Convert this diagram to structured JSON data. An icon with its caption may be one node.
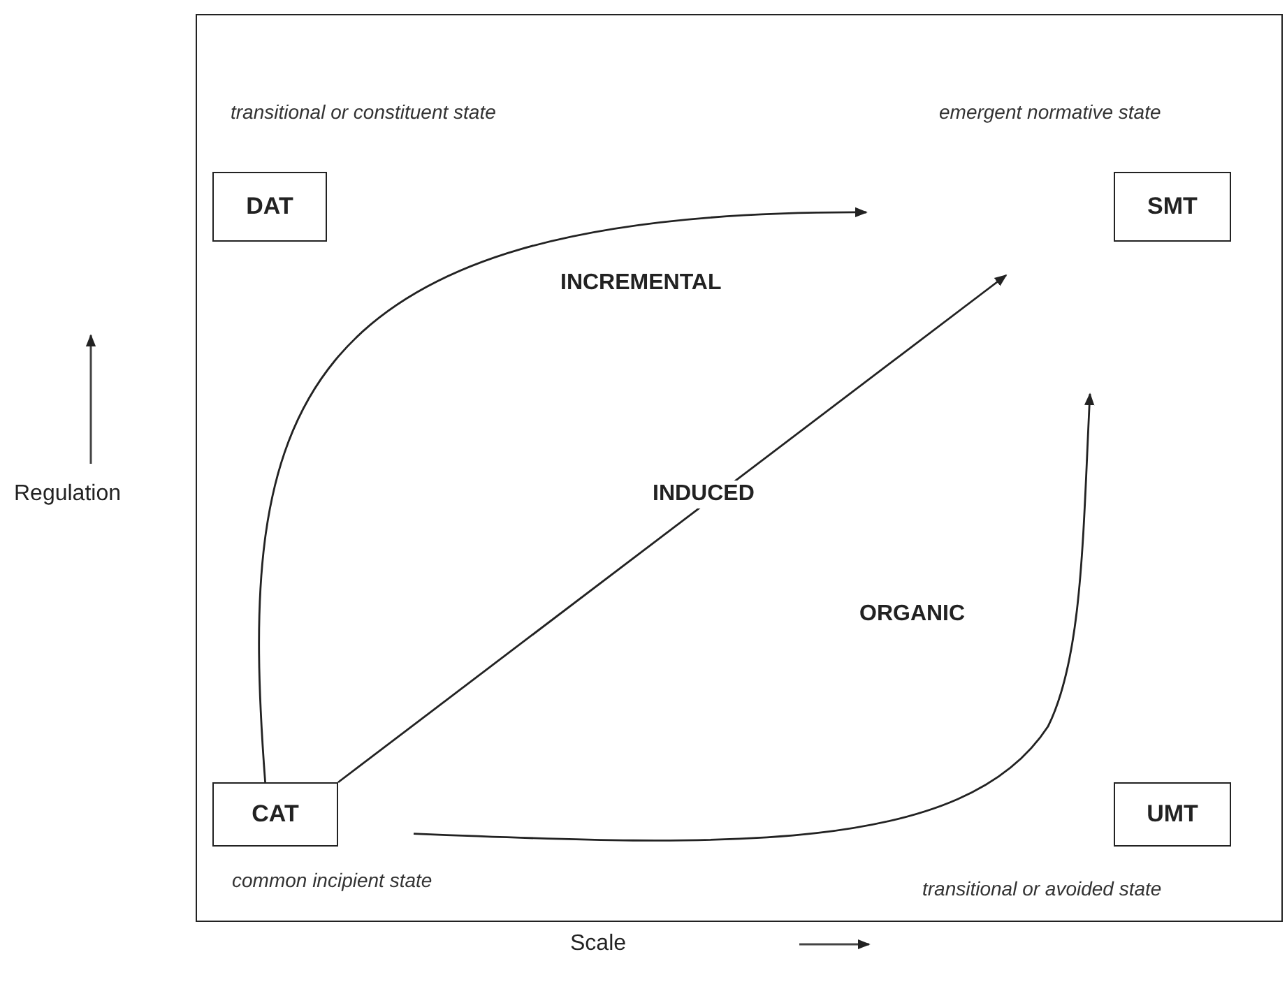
{
  "diagram": {
    "nodes": [
      {
        "text": [
          "DAT"
        ],
        "beside": [
          "transitional or constituent state"
        ]
      },
      {
        "text": [
          "SMT"
        ],
        "beside": [
          "emergent normative state"
        ]
      },
      {
        "text": [
          "CAT"
        ],
        "beside": [
          "common incipient state"
        ]
      },
      {
        "text": [
          "UMT"
        ],
        "beside": [
          "transitional or avoided state"
        ]
      }
    ],
    "edges": [
      {
        "from": 2,
        "to": null,
        "arrow": "to",
        "label": "INCREMENTAL"
      },
      {
        "from": 2,
        "to": null,
        "arrow": "to",
        "label": "INDUCED"
      },
      {
        "from": 2,
        "to": null,
        "arrow": "to",
        "label": "ORGANIC"
      }
    ],
    "labels": [
      "Regulation",
      "Scale"
    ]
  }
}
